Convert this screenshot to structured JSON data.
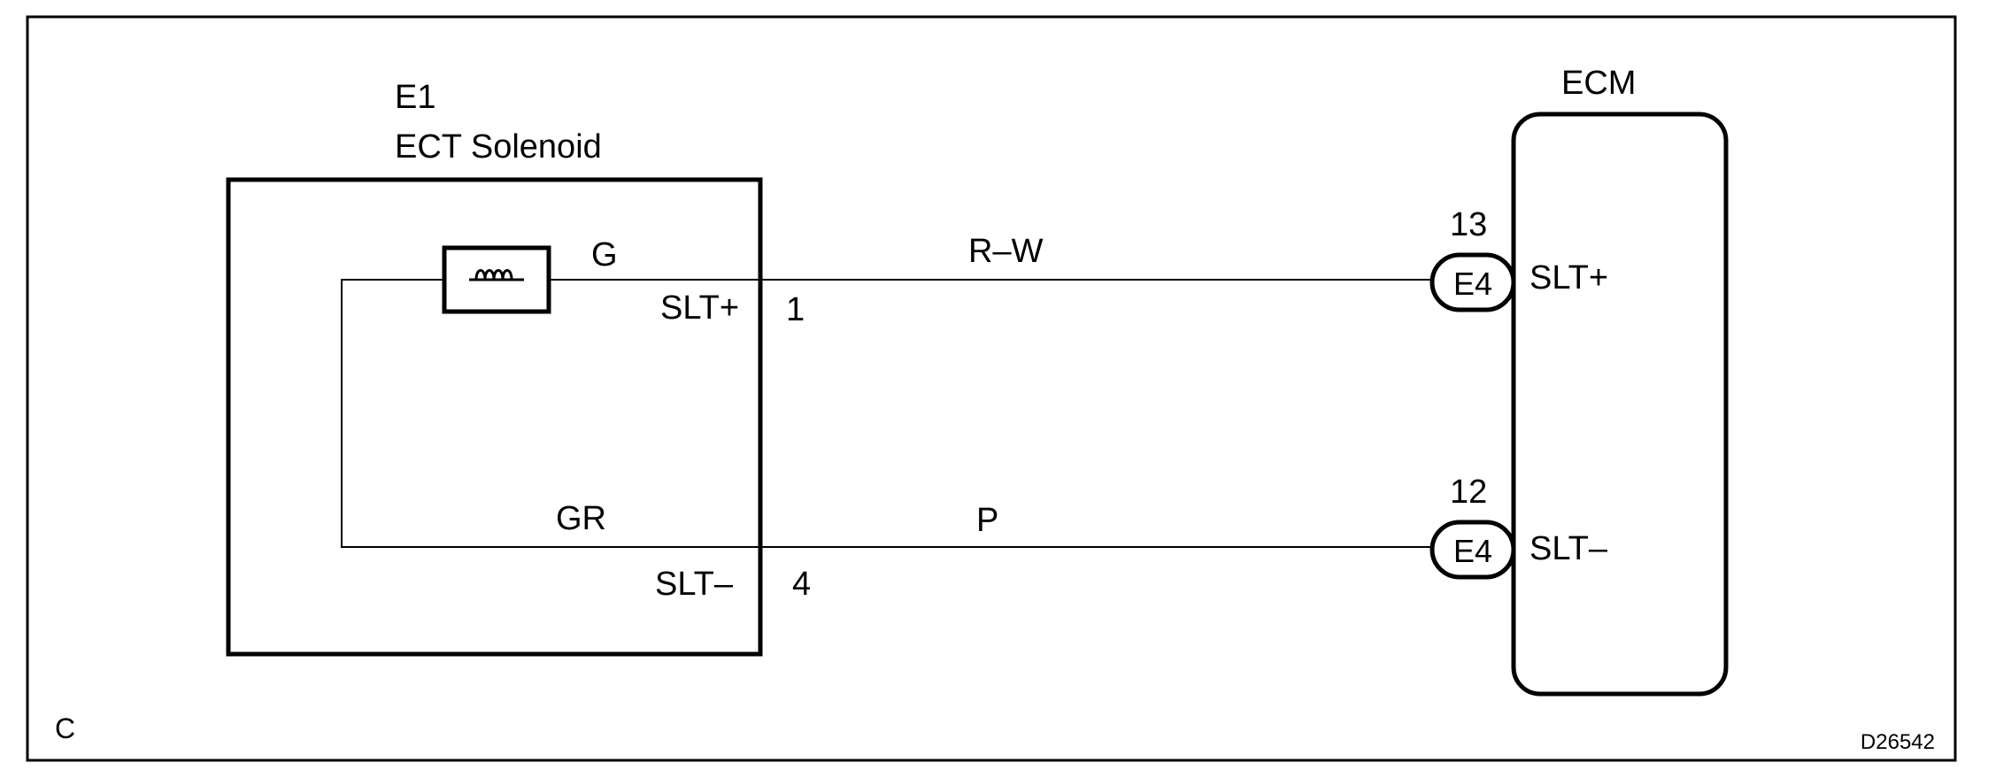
{
  "component": {
    "code": "E1",
    "name": "ECT Solenoid",
    "inner_wire_top": "G",
    "inner_wire_bottom": "GR",
    "pins": [
      {
        "signal": "SLT+",
        "number": "1"
      },
      {
        "signal": "SLT–",
        "number": "4"
      }
    ]
  },
  "ecm": {
    "label": "ECM",
    "terminals": [
      {
        "pin": "13",
        "connector": "E4",
        "signal": "SLT+"
      },
      {
        "pin": "12",
        "connector": "E4",
        "signal": "SLT–"
      }
    ]
  },
  "wires": [
    {
      "color_code": "R–W"
    },
    {
      "color_code": "P"
    }
  ],
  "corner_letter": "C",
  "figure_id": "D26542"
}
